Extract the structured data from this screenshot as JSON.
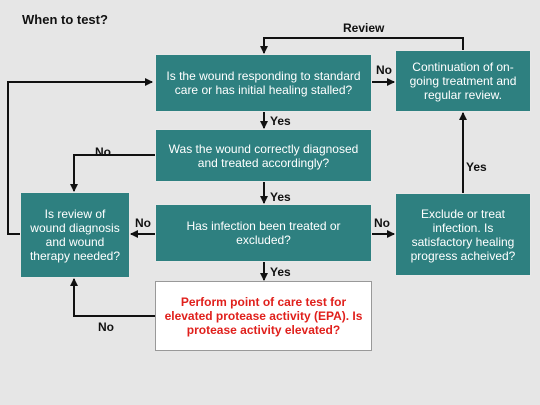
{
  "title": "When to test?",
  "boxes": {
    "wound_responding": "Is the wound responding to standard care or has initial healing stalled?",
    "continuation": "Continuation of on-going treatment and regular review.",
    "diagnosed_correctly": "Was the wound correctly diagnosed and treated accordingly?",
    "review_diagnosis": "Is review of wound diagnosis and wound therapy needed?",
    "infection_treated": "Has infection been treated or excluded?",
    "exclude_infection": "Exclude or treat infection. Is satisfactory healing progress acheived?",
    "point_of_care": "Perform point of care test for elevated protease activity (EPA). Is protease activity elevated?"
  },
  "labels": {
    "review": "Review",
    "no_1": "No",
    "yes_1": "Yes",
    "no_2": "No",
    "yes_2": "Yes",
    "no_3": "No",
    "no_4": "No",
    "yes_3": "Yes",
    "yes_4": "Yes",
    "no_5": "No"
  },
  "colors": {
    "box_fill": "#2e8080",
    "result_text": "#e0201c",
    "arrow": "#111111",
    "background": "#e6e6e6"
  }
}
